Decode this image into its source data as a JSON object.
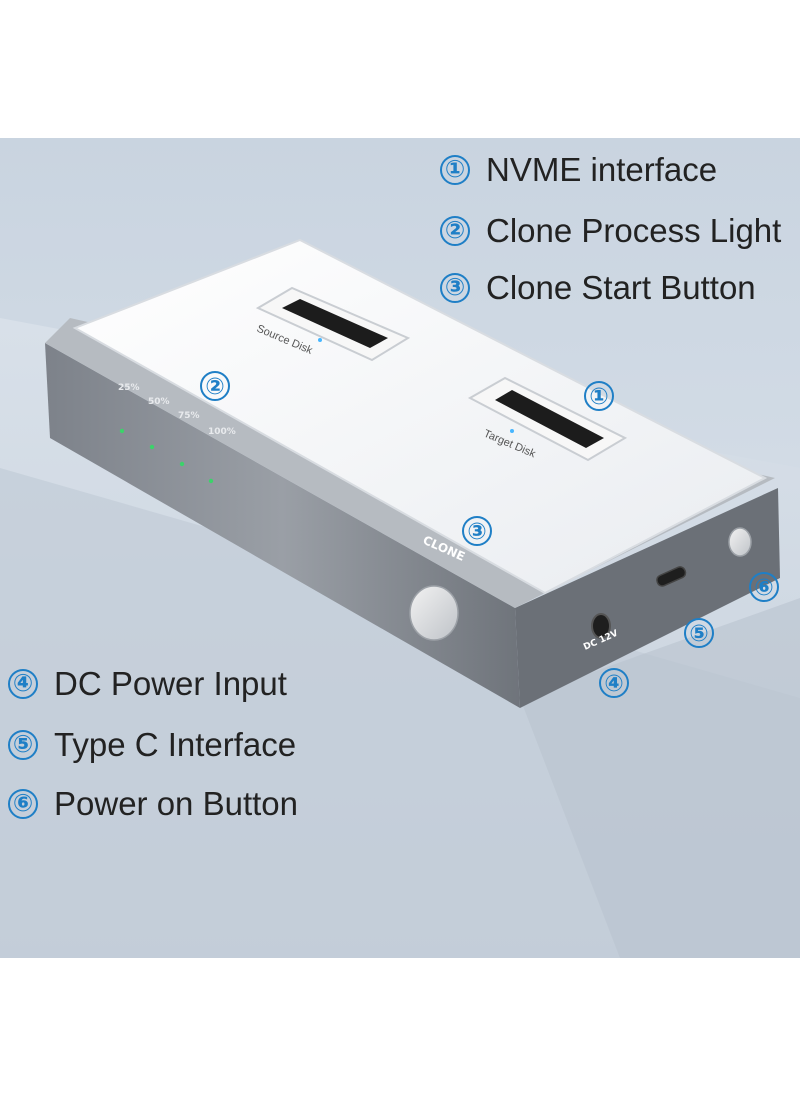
{
  "legend_top": [
    {
      "marker": "①",
      "text": "NVME interface"
    },
    {
      "marker": "②",
      "text": "Clone Process Light"
    },
    {
      "marker": "③",
      "text": "Clone Start Button"
    }
  ],
  "legend_bottom": [
    {
      "marker": "④",
      "text": "DC Power Input"
    },
    {
      "marker": "⑤",
      "text": "Type C Interface"
    },
    {
      "marker": "⑥",
      "text": "Power on Button"
    }
  ],
  "device": {
    "source_slot_label": "Source Disk",
    "target_slot_label": "Target Disk",
    "progress_labels": [
      "25%",
      "50%",
      "75%",
      "100%"
    ],
    "clone_label": "CLONE",
    "dc_label": "DC 12V"
  },
  "callouts": {
    "nvme": "①",
    "progress": "②",
    "clone": "③",
    "dc": "④",
    "typec": "⑤",
    "power": "⑥"
  },
  "colors": {
    "accent": "#1f7fc6",
    "led": "#3bd36a",
    "body": "#8a8f96",
    "top_panel": "#f4f5f7"
  }
}
